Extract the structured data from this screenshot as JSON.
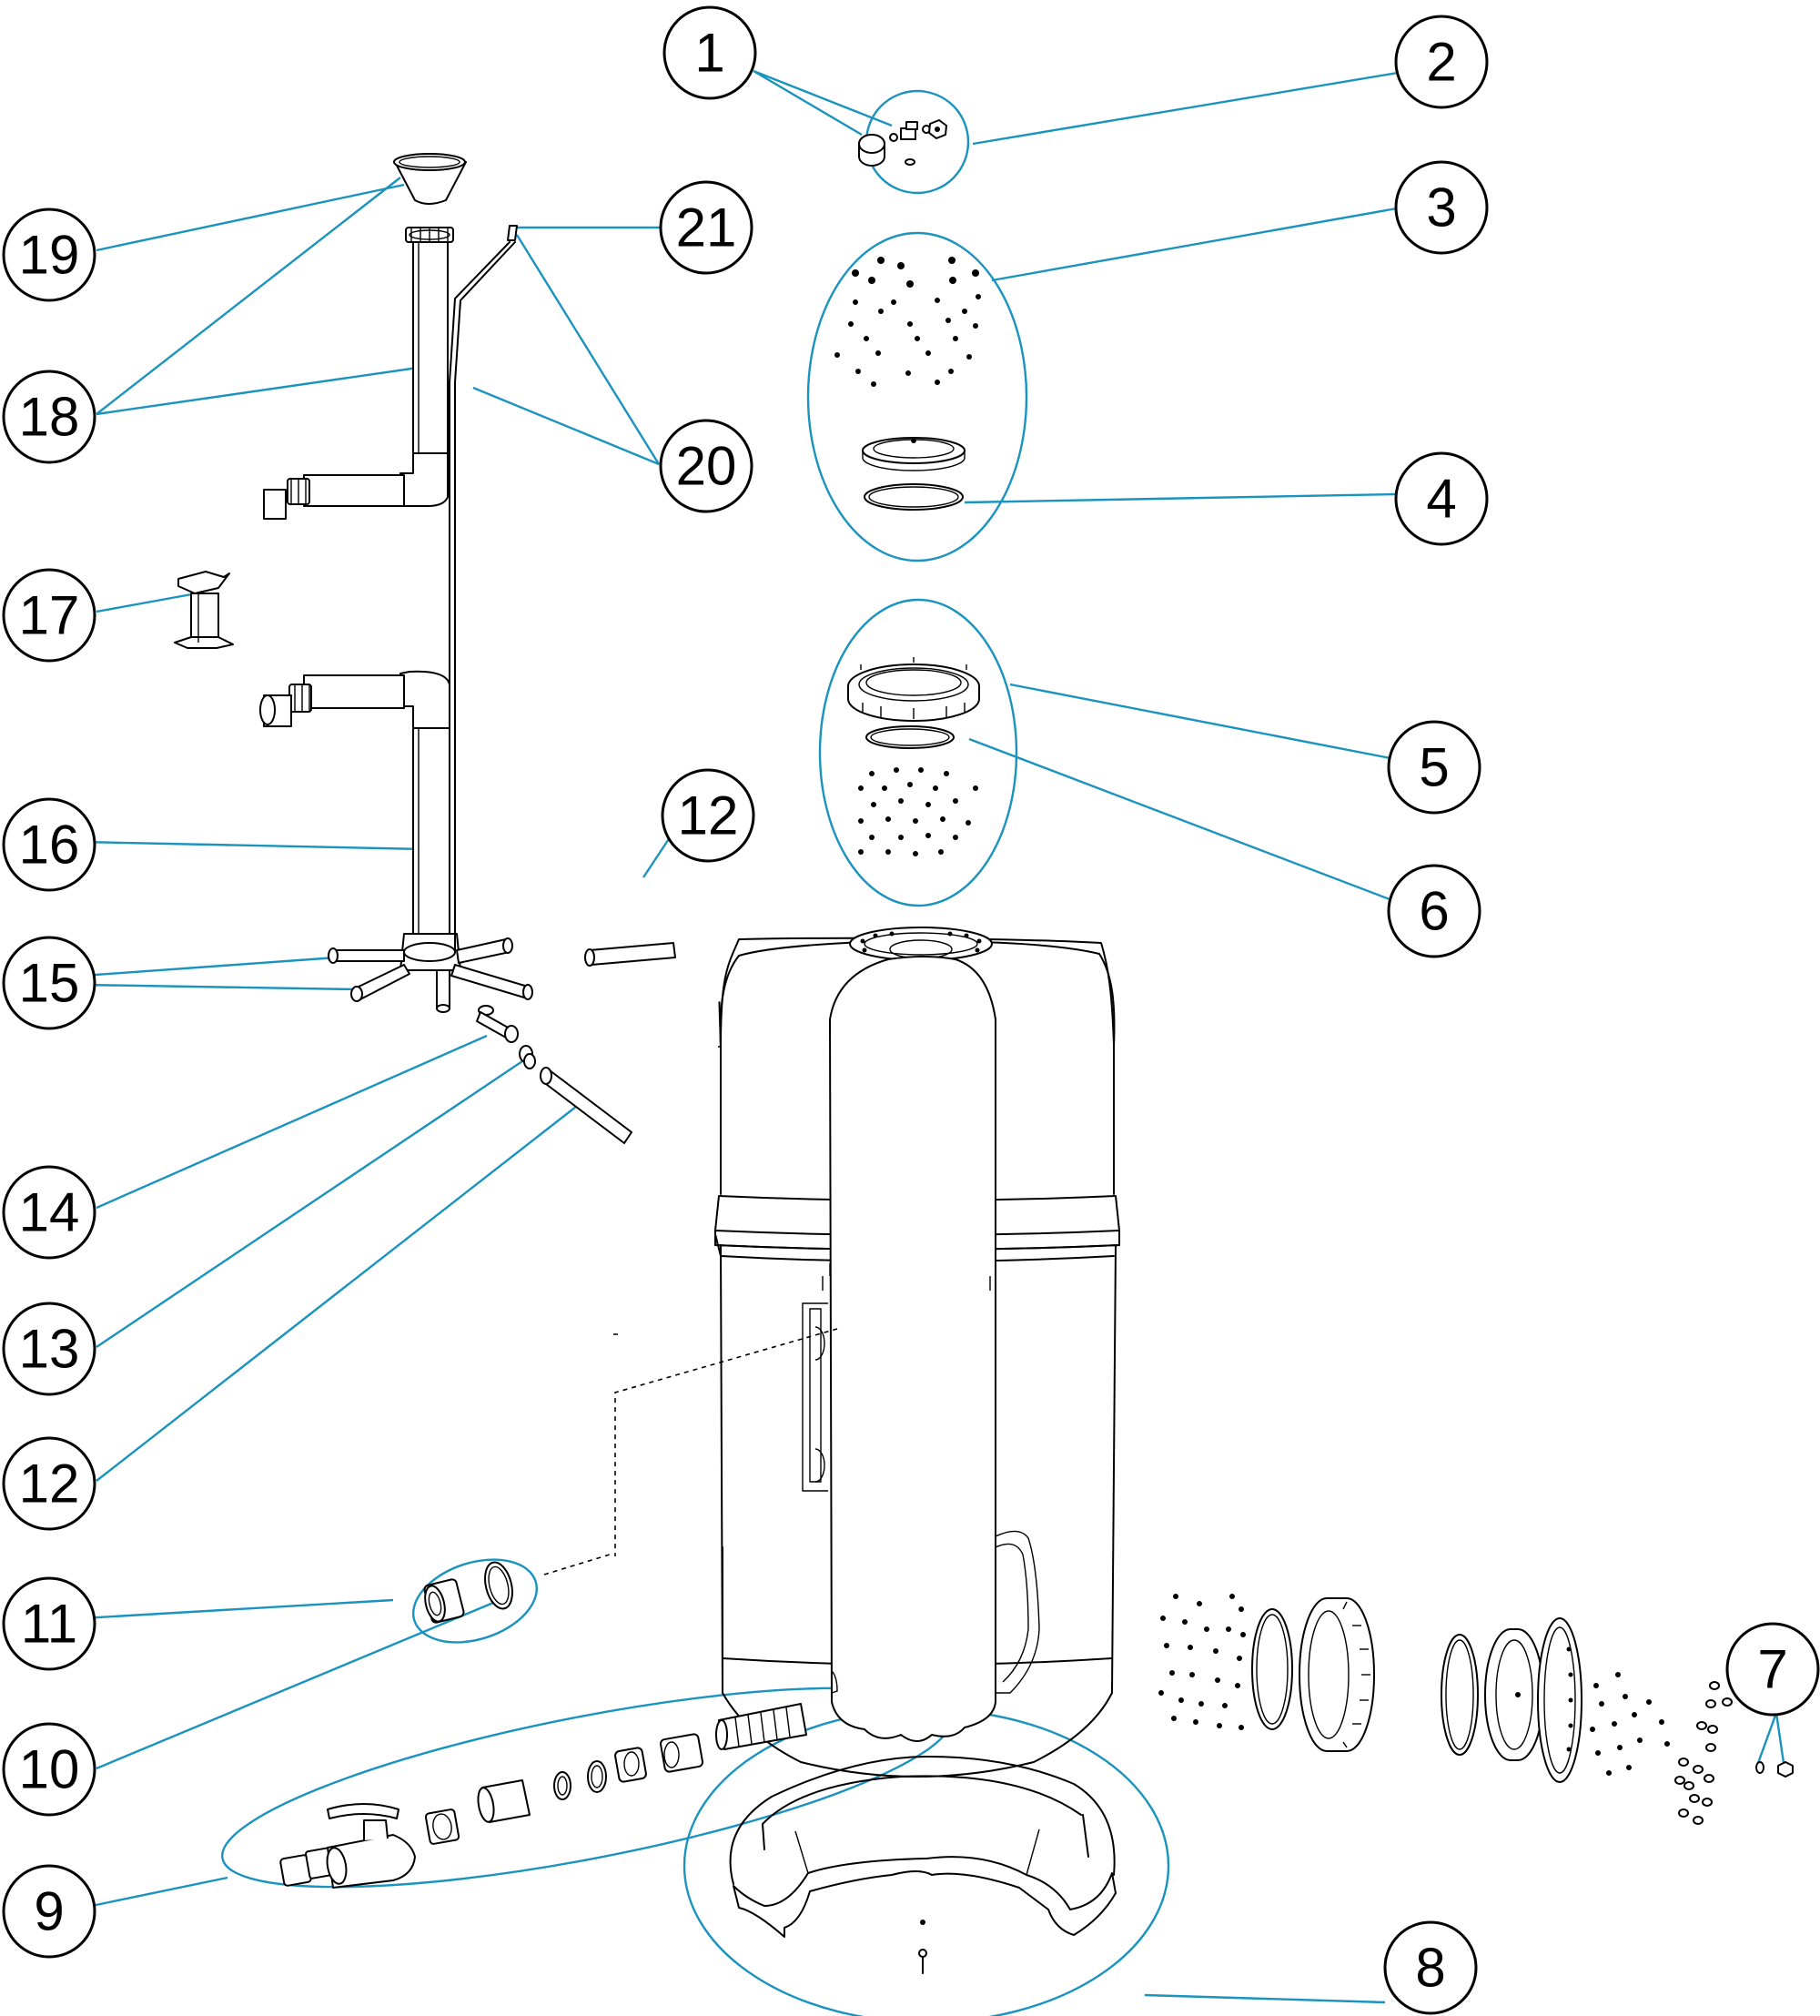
{
  "callouts": [
    {
      "label": "1"
    },
    {
      "label": "2"
    },
    {
      "label": "3"
    },
    {
      "label": "4"
    },
    {
      "label": "5"
    },
    {
      "label": "6"
    },
    {
      "label": "7"
    },
    {
      "label": "8"
    },
    {
      "label": "9"
    },
    {
      "label": "10"
    },
    {
      "label": "11"
    },
    {
      "label": "12"
    },
    {
      "label": "12"
    },
    {
      "label": "13"
    },
    {
      "label": "14"
    },
    {
      "label": "15"
    },
    {
      "label": "16"
    },
    {
      "label": "17"
    },
    {
      "label": "18"
    },
    {
      "label": "19"
    },
    {
      "label": "20"
    },
    {
      "label": "21"
    }
  ]
}
